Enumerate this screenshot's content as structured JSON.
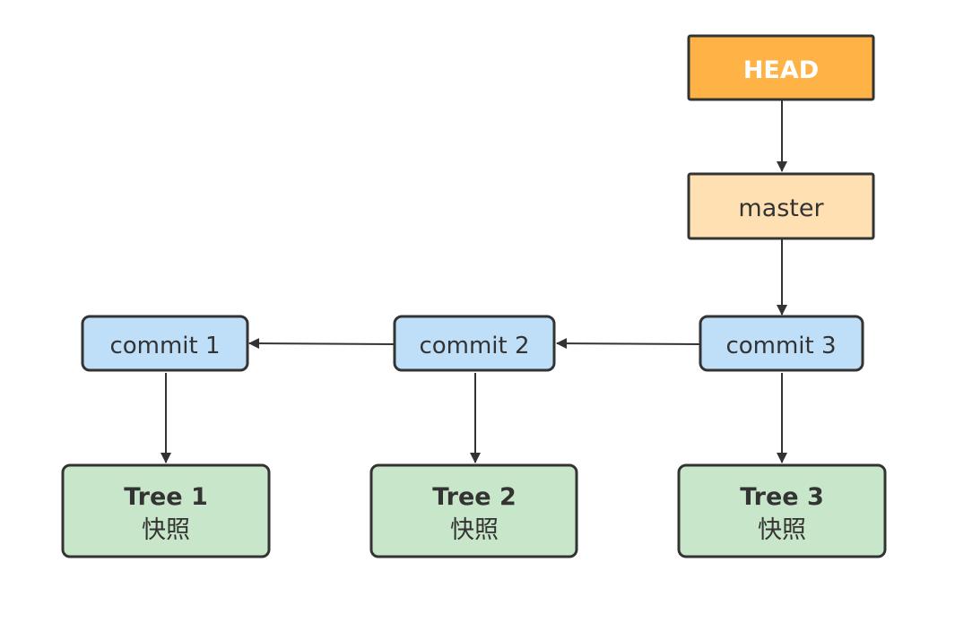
{
  "nodes": {
    "head": {
      "label": "HEAD",
      "fill": "#FFB347",
      "text_color": "#FFFFFF"
    },
    "master": {
      "label": "master",
      "fill": "#FFE0B3"
    },
    "commits": [
      {
        "label": "commit 1",
        "fill": "#BFDFF9"
      },
      {
        "label": "commit 2",
        "fill": "#BFDFF9"
      },
      {
        "label": "commit 3",
        "fill": "#BFDFF9"
      }
    ],
    "trees": [
      {
        "title": "Tree 1",
        "subtitle": "快照",
        "fill": "#C8E6C9"
      },
      {
        "title": "Tree 2",
        "subtitle": "快照",
        "fill": "#C8E6C9"
      },
      {
        "title": "Tree 3",
        "subtitle": "快照",
        "fill": "#C8E6C9"
      }
    ]
  },
  "edges": [
    {
      "from": "HEAD",
      "to": "master"
    },
    {
      "from": "master",
      "to": "commit 3"
    },
    {
      "from": "commit 3",
      "to": "commit 2"
    },
    {
      "from": "commit 2",
      "to": "commit 1"
    },
    {
      "from": "commit 1",
      "to": "Tree 1"
    },
    {
      "from": "commit 2",
      "to": "Tree 2"
    },
    {
      "from": "commit 3",
      "to": "Tree 3"
    }
  ],
  "colors": {
    "stroke": "#333333",
    "arrow": "#333333"
  }
}
